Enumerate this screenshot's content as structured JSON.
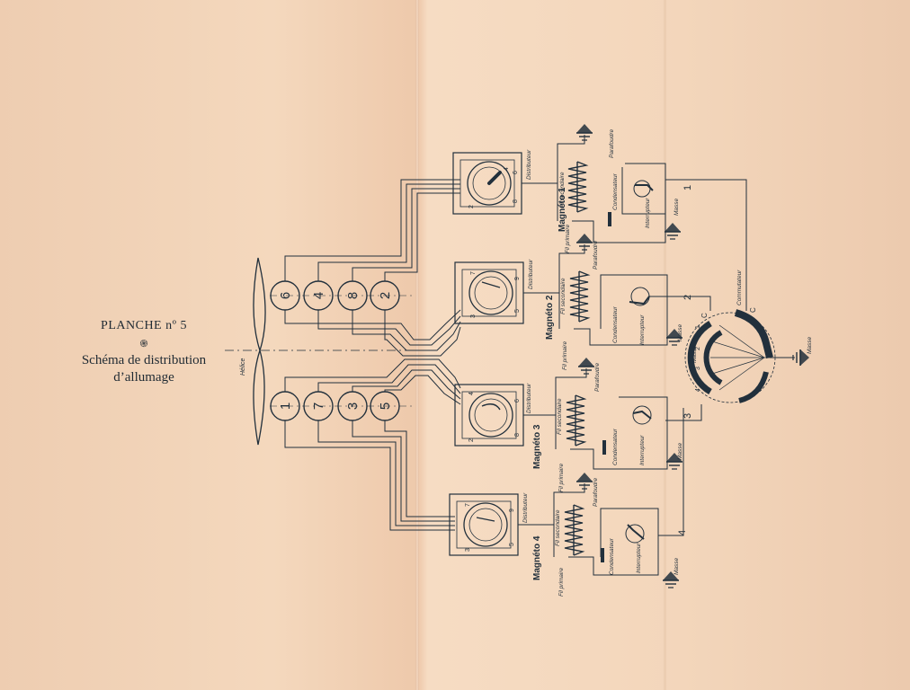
{
  "caption": {
    "plate": "PLANCHE nº 5",
    "title_line1": "Schéma de distribution",
    "title_line2": "d’allumage"
  },
  "diagram": {
    "propeller_label": "Hélice",
    "cylinders_top": [
      "6",
      "4",
      "8",
      "2"
    ],
    "cylinders_bottom": [
      "1",
      "7",
      "3",
      "5"
    ],
    "magnetos": [
      {
        "name": "Magnéto 1",
        "terminal": "1",
        "dist_numbers": [
          "4",
          "6",
          "8",
          "2"
        ]
      },
      {
        "name": "Magnéto 2",
        "terminal": "2",
        "dist_numbers": [
          "7",
          "9",
          "5",
          "3"
        ]
      },
      {
        "name": "Magnéto 3",
        "terminal": "3",
        "dist_numbers": [
          "4",
          "6",
          "8",
          "2"
        ]
      },
      {
        "name": "Magnéto 4",
        "terminal": "4",
        "dist_numbers": [
          "7",
          "9",
          "5",
          "3"
        ]
      }
    ],
    "labels": {
      "distributeur": "Distributeur",
      "fil_secondaire": "Fil secondaire",
      "fil_primaire": "Fil primaire",
      "parafoudre": "Parafoudre",
      "condensateur": "Condensateur",
      "interrupteur": "Interrupteur",
      "masse": "Masse",
      "commutateur": "Commutateur",
      "c": "C"
    },
    "commutator_numbers": [
      "1",
      "2",
      "3",
      "4"
    ]
  },
  "colors": {
    "ink": "#22303c",
    "paper": "#f1d3b7"
  }
}
